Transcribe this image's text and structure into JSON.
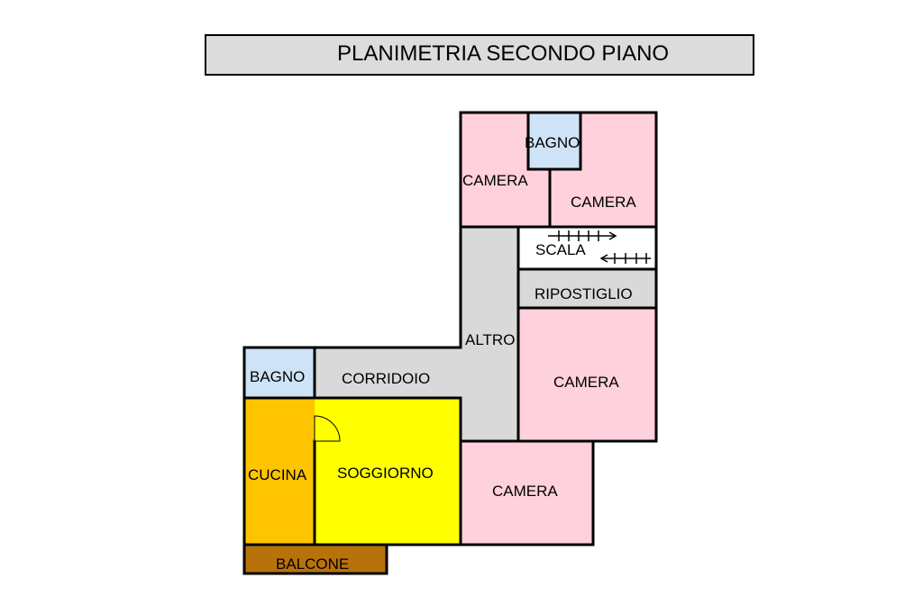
{
  "title": "PLANIMETRIA SECONDO PIANO",
  "colors": {
    "camera": "#ffd1dc",
    "bagno": "#cfe3f7",
    "corridor": "#d9d9d9",
    "cucina": "#ffc400",
    "soggiorno": "#ffff00",
    "balcone": "#b8720a",
    "scala": "#ffffff",
    "wall": "#000000"
  },
  "rooms": {
    "camera_top_left": "CAMERA",
    "bagno_top": "BAGNO",
    "camera_top_right": "CAMERA",
    "scala": "SCALA",
    "ripostiglio": "RIPOSTIGLIO",
    "altro": "ALTRO",
    "camera_right": "CAMERA",
    "bagno_left": "BAGNO",
    "corridoio": "CORRIDOIO",
    "cucina": "CUCINA",
    "soggiorno": "SOGGIORNO",
    "camera_bottom": "CAMERA",
    "balcone": "BALCONE"
  }
}
